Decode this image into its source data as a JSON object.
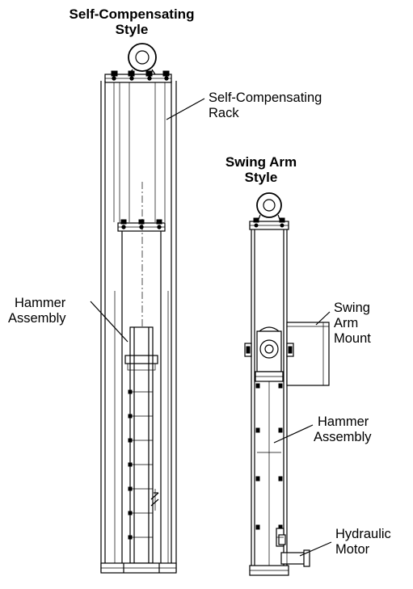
{
  "left_style": {
    "title_line1": "Self-Compensating",
    "title_line2": "Style",
    "rack_label_line1": "Self-Compensating",
    "rack_label_line2": "Rack",
    "hammer_label_line1": "Hammer",
    "hammer_label_line2": "Assembly"
  },
  "right_style": {
    "title_line1": "Swing Arm",
    "title_line2": "Style",
    "mount_label_line1": "Swing",
    "mount_label_line2": "Arm",
    "mount_label_line3": "Mount",
    "hammer_label_line1": "Hammer",
    "hammer_label_line2": "Assembly",
    "motor_label_line1": "Hydraulic",
    "motor_label_line2": "Motor"
  }
}
